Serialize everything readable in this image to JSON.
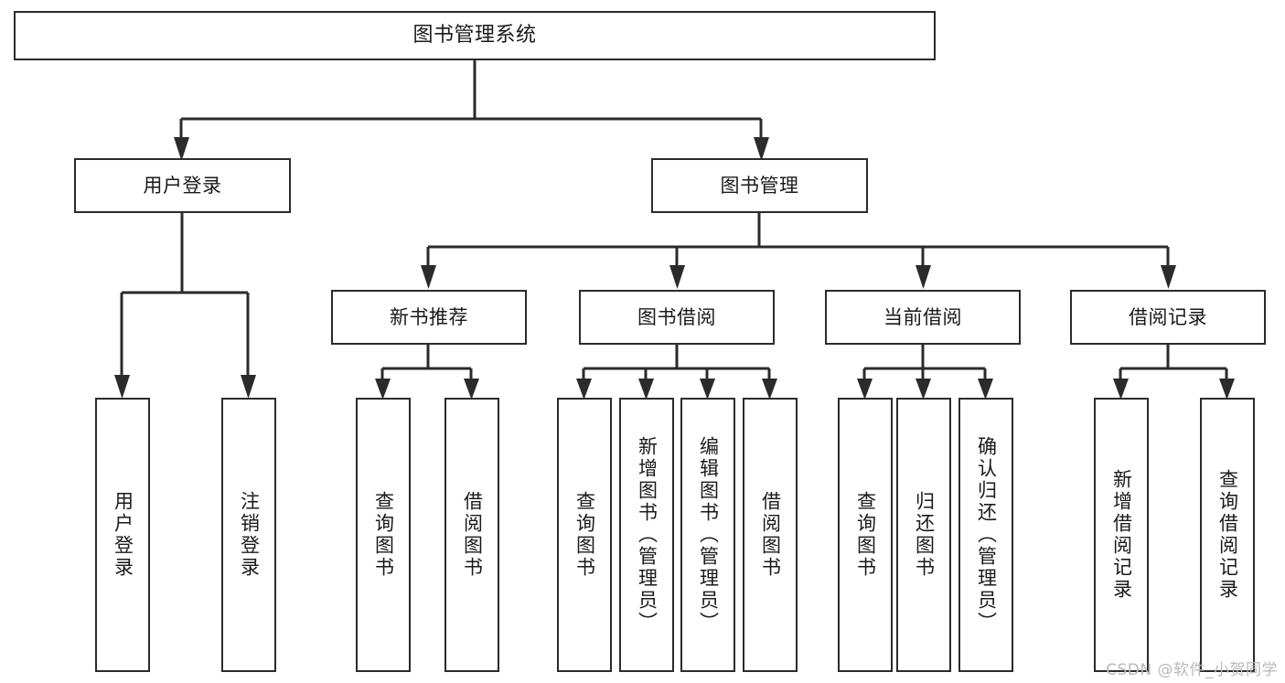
{
  "diagram": {
    "type": "tree-hierarchy-chart",
    "title": "图书管理系统",
    "colors": {
      "box_border": "#2b2b2b",
      "box_fill": "#ffffff",
      "connector": "#2b2b2b",
      "text": "#1a1a1a",
      "watermark": "#b9b9b9",
      "background": "#ffffff"
    },
    "levels": {
      "level1": [
        {
          "id": "root",
          "label": "图书管理系统"
        }
      ],
      "level2": [
        {
          "id": "user-login",
          "label": "用户登录",
          "parent": "root"
        },
        {
          "id": "book-management",
          "label": "图书管理",
          "parent": "root"
        }
      ],
      "level3": [
        {
          "id": "new-book-recommend",
          "label": "新书推荐",
          "parent": "book-management"
        },
        {
          "id": "book-borrow",
          "label": "图书借阅",
          "parent": "book-management"
        },
        {
          "id": "current-borrow",
          "label": "当前借阅",
          "parent": "book-management"
        },
        {
          "id": "borrow-record",
          "label": "借阅记录",
          "parent": "book-management"
        }
      ],
      "leaves": [
        {
          "id": "leaf-user-login",
          "label": "用户登录",
          "parent": "user-login"
        },
        {
          "id": "leaf-logout-login",
          "label": "注销登录",
          "parent": "user-login"
        },
        {
          "id": "leaf-query-book-1",
          "label": "查询图书",
          "parent": "new-book-recommend"
        },
        {
          "id": "leaf-borrow-book-1",
          "label": "借阅图书",
          "parent": "new-book-recommend"
        },
        {
          "id": "leaf-query-book-2",
          "label": "查询图书",
          "parent": "book-borrow"
        },
        {
          "id": "leaf-add-book",
          "label": "新增图书（管理员）",
          "parent": "book-borrow"
        },
        {
          "id": "leaf-edit-book",
          "label": "编辑图书（管理员）",
          "parent": "book-borrow"
        },
        {
          "id": "leaf-borrow-book-2",
          "label": "借阅图书",
          "parent": "book-borrow"
        },
        {
          "id": "leaf-query-book-3",
          "label": "查询图书",
          "parent": "current-borrow"
        },
        {
          "id": "leaf-return-book",
          "label": "归还图书",
          "parent": "current-borrow"
        },
        {
          "id": "leaf-confirm-return",
          "label": "确认归还（管理员）",
          "parent": "current-borrow"
        },
        {
          "id": "leaf-add-borrow-record",
          "label": "新增借阅记录",
          "parent": "borrow-record"
        },
        {
          "id": "leaf-query-borrow-record",
          "label": "查询借阅记录",
          "parent": "borrow-record"
        }
      ]
    },
    "watermark": "CSDN @软件_小贺同学"
  }
}
